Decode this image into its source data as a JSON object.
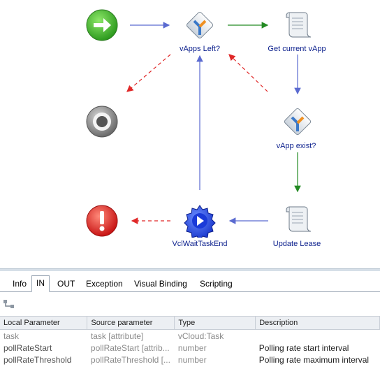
{
  "workflow": {
    "nodes": {
      "vapps_left": "vApps Left?",
      "get_current_vapp": "Get current vApp",
      "vapp_exist": "vApp exist?",
      "update_lease": "Update Lease",
      "wait_task": "VclWaitTaskEnd"
    }
  },
  "tabs": [
    "Info",
    "IN",
    "OUT",
    "Exception",
    "Visual Binding",
    "Scripting"
  ],
  "active_tab": "IN",
  "table": {
    "headers": [
      "Local Parameter",
      "Source parameter",
      "Type",
      "Description"
    ],
    "rows": [
      {
        "local": "task",
        "source": "task [attribute]",
        "type": "vCloud:Task",
        "description": ""
      },
      {
        "local": "pollRateStart",
        "source": "pollRateStart [attrib...",
        "type": "number",
        "description": "Polling rate start interval"
      },
      {
        "local": "pollRateThreshold",
        "source": "pollRateThreshold [...",
        "type": "number",
        "description": "Polling rate maximum interval"
      }
    ]
  },
  "colors": {
    "flow_default": "#5a6ad0",
    "flow_success": "#238a23",
    "flow_exception": "#e02828",
    "label_text": "#0a1e8c"
  }
}
